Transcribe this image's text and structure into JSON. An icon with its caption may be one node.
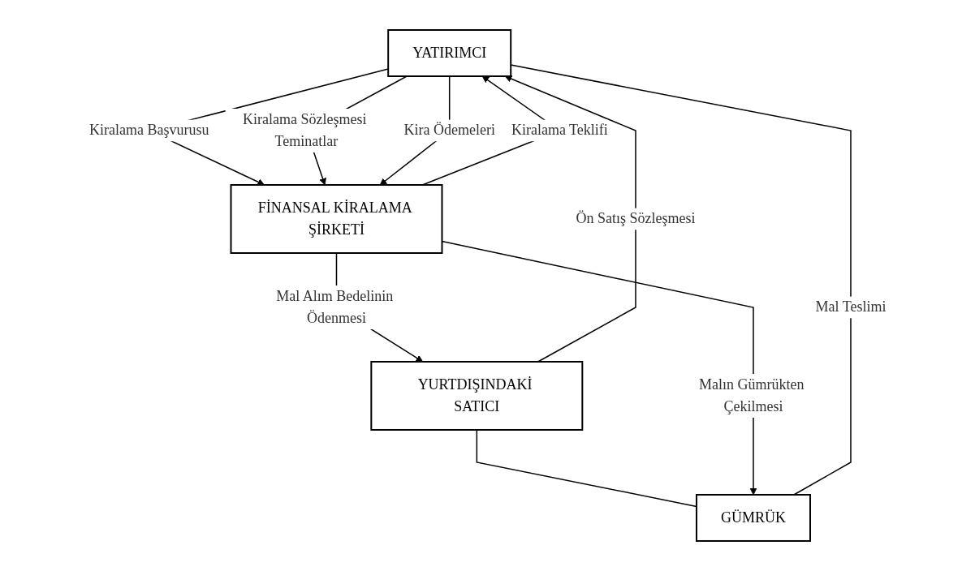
{
  "diagram": {
    "nodes": [
      {
        "text": [
          "YATIRIMCI"
        ]
      },
      {
        "text": [
          "YURTDIŞINDAKİ SATICI"
        ]
      },
      {
        "text": [
          "GÜMRÜK"
        ]
      },
      {
        "text": [
          "FİNANSAL KİRALAMA ŞİRKETİ"
        ]
      }
    ],
    "edges": [
      {
        "from": 1,
        "to": 0,
        "arrow": "to",
        "label": "Ön Satış Sözleşmesi"
      },
      {
        "from": 1,
        "to": 2,
        "arrow": "none"
      },
      {
        "from": 2,
        "to": 0,
        "arrow": "none",
        "label": "Mal Teslimi"
      },
      {
        "from": 0,
        "to": 3,
        "arrow": "to",
        "label": "Kiralama Başvurusu"
      },
      {
        "from": 3,
        "to": 0,
        "arrow": "to",
        "label": "Kiralama Teklifi"
      },
      {
        "from": 0,
        "to": 3,
        "arrow": "to",
        "label": "Kiralama Sözleşmesi Teminatlar"
      },
      {
        "from": 0,
        "to": 3,
        "arrow": "to",
        "label": "Kira Ödemeleri"
      },
      {
        "from": 3,
        "to": 2,
        "arrow": "to",
        "label": "Malın Gümrükten Çekilmesi"
      },
      {
        "from": 3,
        "to": 1,
        "arrow": "to",
        "label": "Mal Alım Bedelinin Ödenmesi"
      }
    ]
  }
}
